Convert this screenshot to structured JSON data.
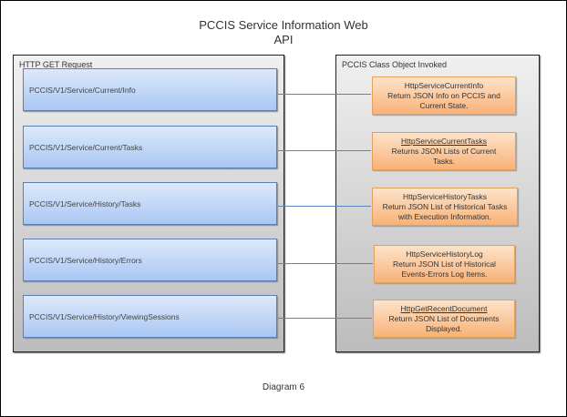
{
  "title_line1": "PCCIS Service Information Web",
  "title_line2": "API",
  "left_panel": {
    "label": "HTTP GET Request"
  },
  "right_panel": {
    "label": "PCCIS Class Object Invoked"
  },
  "requests": [
    "PCCIS/V1/Service/Current/Info",
    "PCCIS/V1/Service/Current/Tasks",
    "PCCIS/V1/Service/History/Tasks",
    "PCCIS/V1/Service/History/Errors",
    "PCCIS/V1/Service/History/ViewingSessions"
  ],
  "objects": [
    {
      "name": "HttpServiceCurrentInfo",
      "underlined": false,
      "desc1": "Return JSON Info on PCCIS and",
      "desc2": "Current State."
    },
    {
      "name": "HttpServiceCurrentTasks",
      "underlined": true,
      "desc1": "Returns JSON Lists of Current",
      "desc2": "Tasks."
    },
    {
      "name": "HttpServiceHistoryTasks",
      "underlined": false,
      "desc1": "Return JSON List of Historical Tasks",
      "desc2": "with Execution Information."
    },
    {
      "name": "HttpServiceHistoryLog",
      "underlined": false,
      "desc1": "Return JSON List of Historical",
      "desc2": "Events-Errors Log Items."
    },
    {
      "name": "HttpGetRecentDocument",
      "underlined": true,
      "desc1": "Return JSON List of Documents",
      "desc2": "Displayed."
    }
  ],
  "caption": "Diagram 6"
}
